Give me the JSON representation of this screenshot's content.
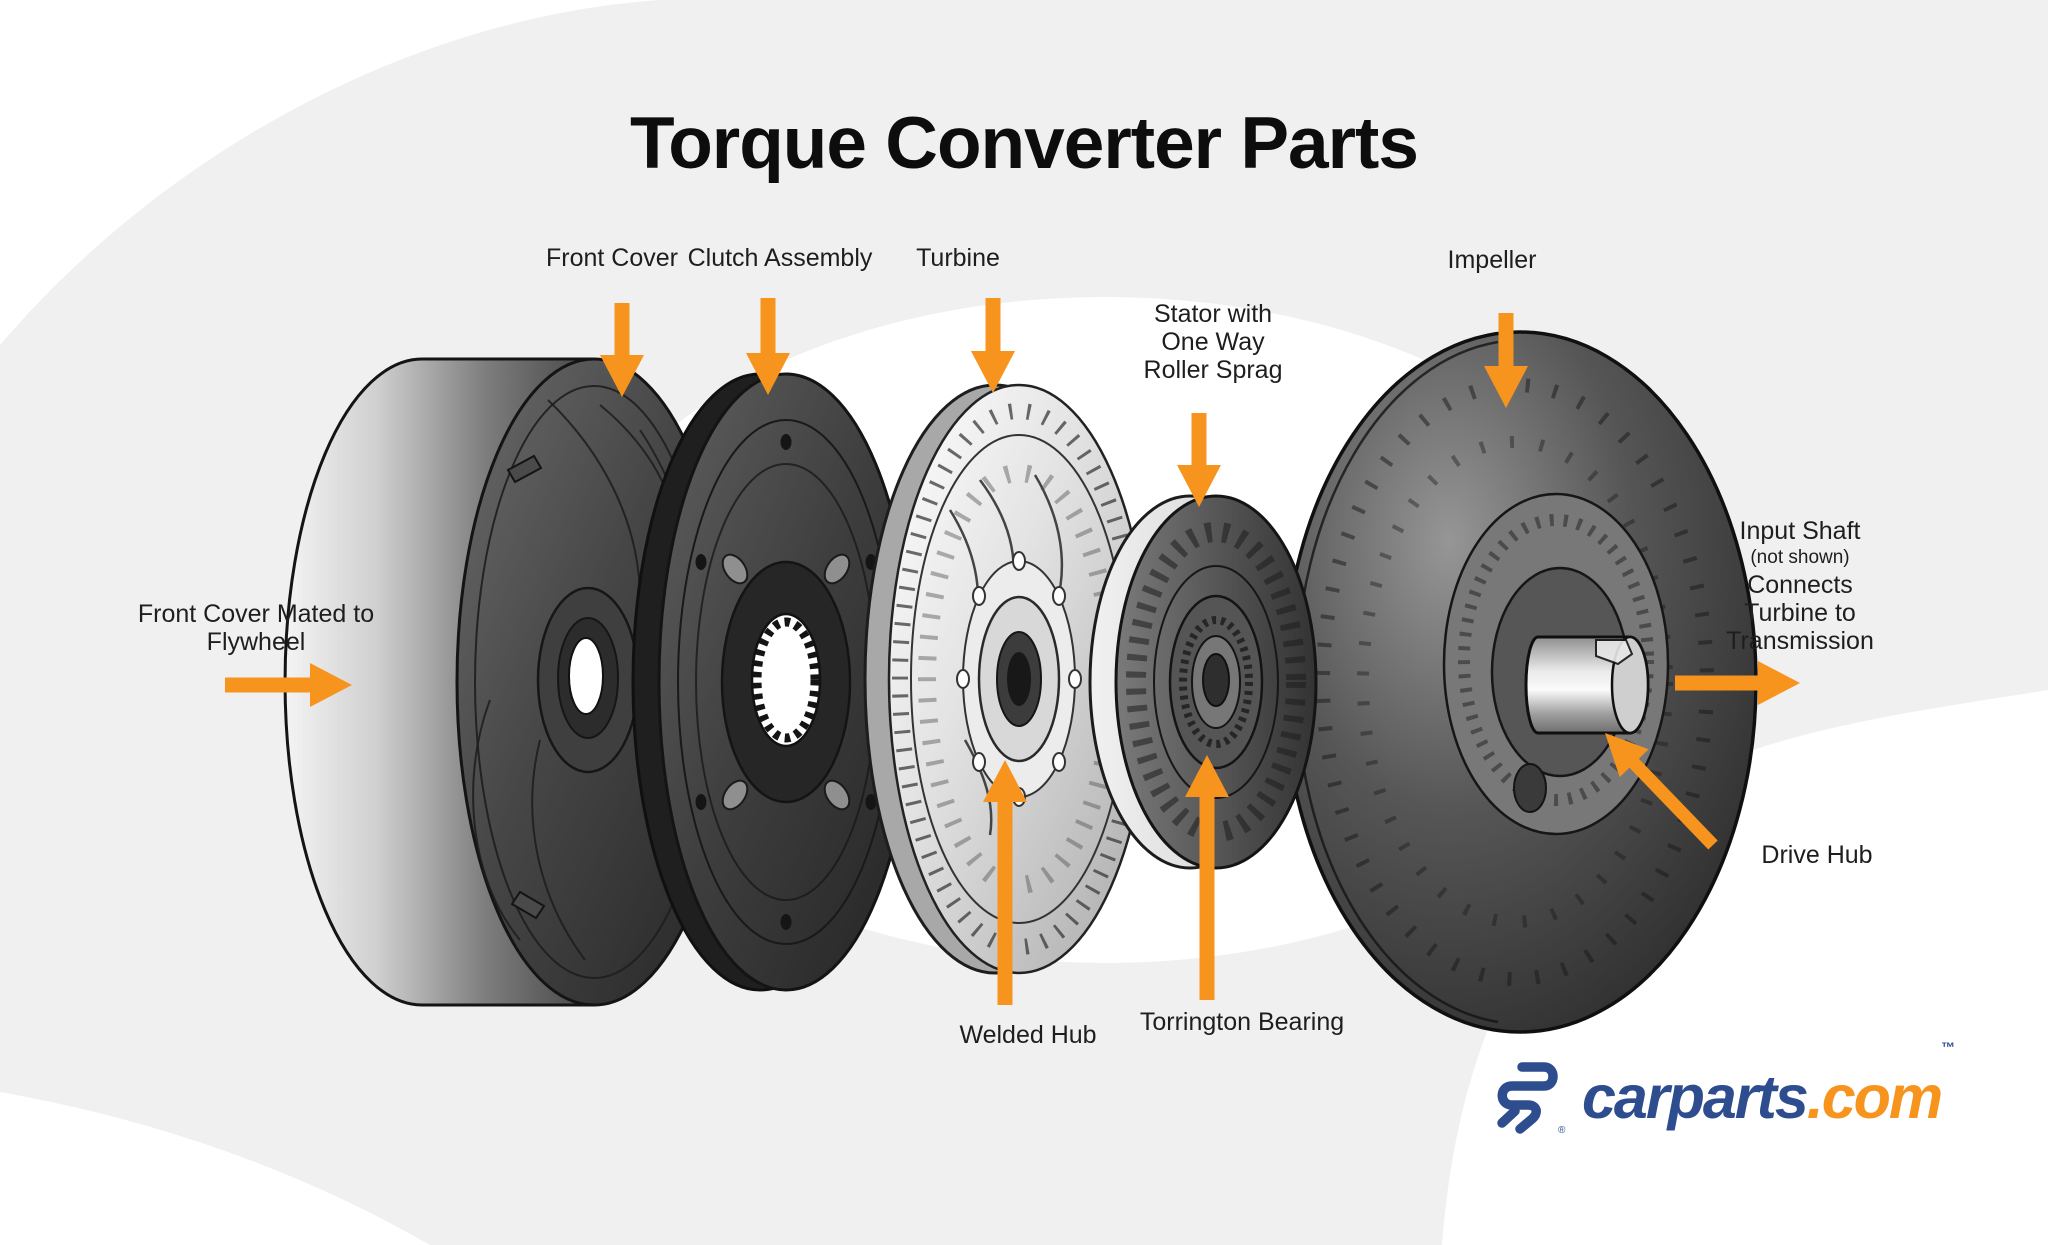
{
  "title": "Torque Converter Parts",
  "labels": {
    "front_cover": "Front Cover",
    "clutch_assembly": "Clutch Assembly",
    "turbine": "Turbine",
    "stator": [
      "Stator with",
      "One Way",
      "Roller Sprag"
    ],
    "impeller": "Impeller",
    "input_shaft": [
      "Input Shaft",
      "(not shown)",
      "Connects",
      "Turbine to",
      "Transmission"
    ],
    "front_cover_mated": [
      "Front Cover Mated to",
      "Flywheel"
    ],
    "welded_hub": "Welded Hub",
    "torrington_bearing": "Torrington Bearing",
    "drive_hub": "Drive Hub"
  },
  "logo": {
    "brand": "carparts",
    "domain": ".com",
    "trademark": "™",
    "registered": "®"
  },
  "colors": {
    "arrow_orange": "#F7941E",
    "logo_navy": "#2E4D8E",
    "logo_orange": "#F7941E",
    "background_gray": "#F0F0F1",
    "text_dark": "#1E1E1E",
    "title_dark": "#0D0D0D"
  }
}
